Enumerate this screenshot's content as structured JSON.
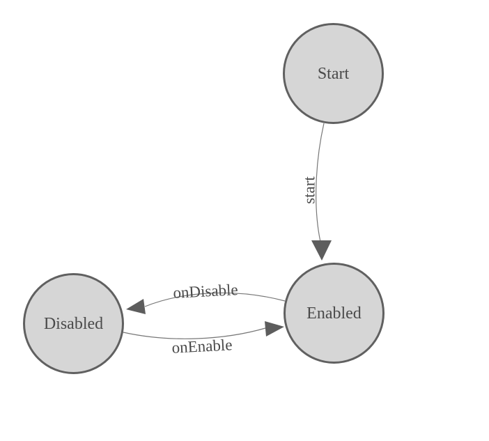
{
  "diagram": {
    "type": "state-machine-graph",
    "background_color": "#ffffff",
    "node_fill_color": "#d6d6d6",
    "node_border_color": "#606060",
    "edge_line_color": "#777777",
    "arrowhead_color": "#5d5d5d",
    "text_color": "#4a4a4a",
    "nodes": [
      {
        "id": "start",
        "label": "Start"
      },
      {
        "id": "enabled",
        "label": "Enabled"
      },
      {
        "id": "disabled",
        "label": "Disabled"
      }
    ],
    "edges": [
      {
        "from": "start",
        "to": "enabled",
        "label": "start"
      },
      {
        "from": "enabled",
        "to": "disabled",
        "label": "onDisable"
      },
      {
        "from": "disabled",
        "to": "enabled",
        "label": "onEnable"
      }
    ]
  }
}
